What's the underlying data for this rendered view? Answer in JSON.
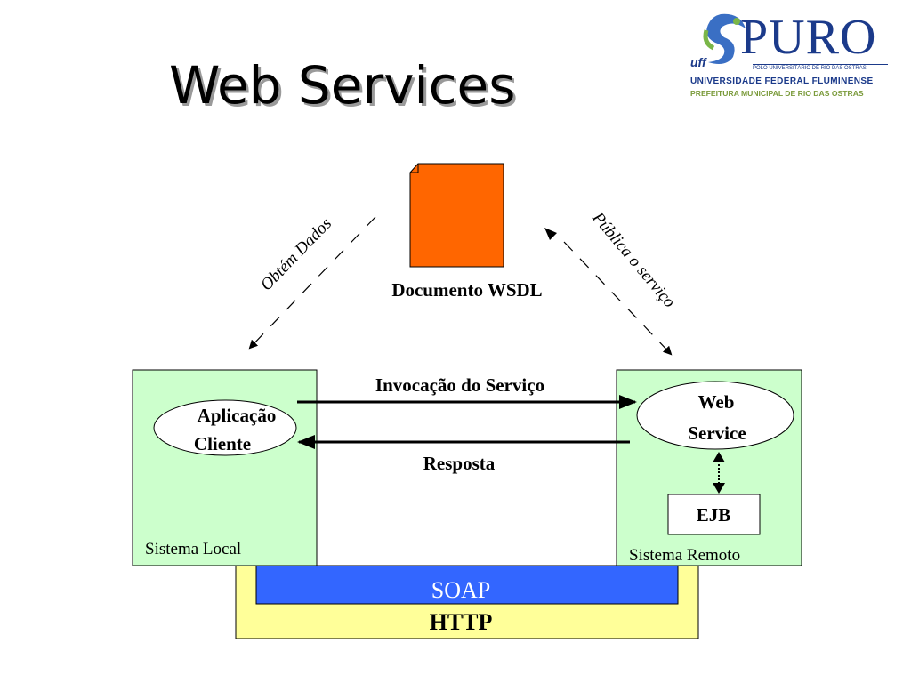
{
  "slide": {
    "title": "Web Services"
  },
  "logo": {
    "name": "PURO",
    "polo": "PÓLO UNIVERSITÁRIO DE RIO DAS OSTRAS",
    "uff": "uff",
    "university": "UNIVERSIDADE FEDERAL FLUMINENSE",
    "prefeitura": "PREFEITURA MUNICIPAL DE RIO DAS OSTRAS"
  },
  "diagram": {
    "wsdl_label": "Documento WSDL",
    "obtain_label": "Obtém Dados",
    "publish_label": "Pública o serviço",
    "invoke_label": "Invocação do Serviço",
    "response_label": "Resposta",
    "client_line1": "Aplicação",
    "client_line2": "Cliente",
    "local_system": "Sistema Local",
    "ws_line1": "Web",
    "ws_line2": "Service",
    "ejb": "EJB",
    "remote_system": "Sistema Remoto",
    "soap": "SOAP",
    "http": "HTTP",
    "colors": {
      "system_box": "#ccffcc",
      "wsdl_doc": "#ff6600",
      "soap_bar": "#3366ff",
      "http_bar": "#ffff99"
    }
  }
}
